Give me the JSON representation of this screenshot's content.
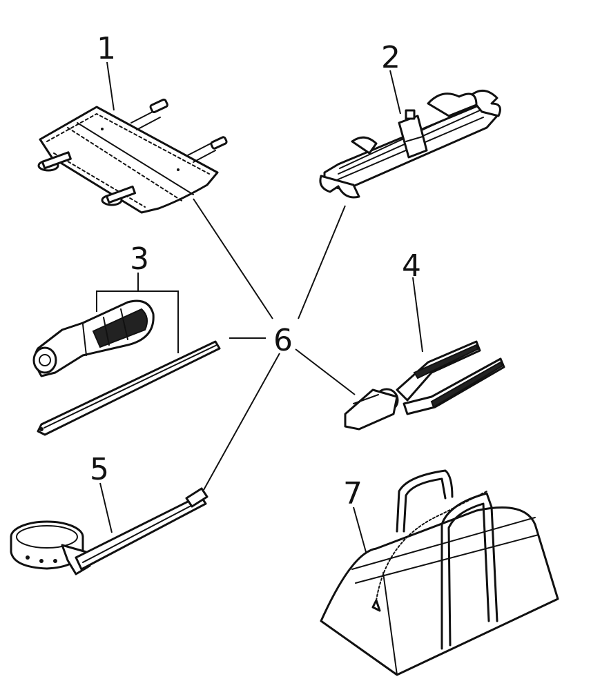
{
  "callouts": {
    "n1": "1",
    "n2": "2",
    "n3": "3",
    "n4": "4",
    "n5": "5",
    "n6": "6",
    "n7": "7"
  },
  "parts": [
    {
      "callout": "1",
      "icon": "tool-roll-pouch-icon"
    },
    {
      "callout": "2",
      "icon": "wrench-set-icon"
    },
    {
      "callout": "3",
      "icon": "screwdriver-icon"
    },
    {
      "callout": "4",
      "icon": "pliers-icon"
    },
    {
      "callout": "5",
      "icon": "oil-filter-wrench-icon"
    },
    {
      "callout": "6",
      "icon": "tool-kit-group-label"
    },
    {
      "callout": "7",
      "icon": "tool-bag-icon"
    }
  ],
  "colors": {
    "ink": "#111111",
    "paper": "#ffffff"
  }
}
